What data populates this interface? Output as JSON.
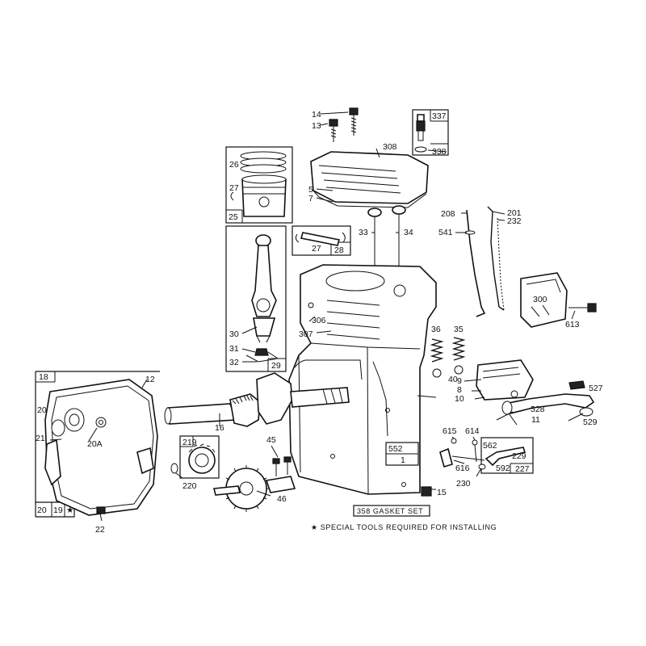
{
  "labels": {
    "l14": "14",
    "l13": "13",
    "l337": "337",
    "l338": "338",
    "l308": "308",
    "l5": "5",
    "l7": "7",
    "l26": "26",
    "l27a": "27",
    "l25": "25",
    "l27b": "27",
    "l28": "28",
    "l33": "33",
    "l34": "34",
    "l208": "208",
    "l201": "201",
    "l232": "232",
    "l541": "541",
    "l300": "300",
    "l613": "613",
    "l306": "306",
    "l307": "307",
    "l36": "36",
    "l35": "35",
    "l40": "40",
    "l30": "30",
    "l31": "31",
    "l32": "32",
    "l29": "29",
    "l9": "9",
    "l8": "8",
    "l10": "10",
    "l527": "527",
    "l528": "528",
    "l11": "11",
    "l529": "529",
    "l18": "18",
    "l12": "12",
    "l20a": "20",
    "l20A": "20A",
    "l21": "21",
    "l16": "16",
    "l219": "219",
    "l45": "45",
    "l220": "220",
    "l46": "46",
    "l552": "552",
    "l1": "1",
    "l615": "615",
    "l614": "614",
    "l562": "562",
    "l229": "229",
    "l592": "592",
    "l227": "227",
    "l616": "616",
    "l230": "230",
    "l15": "15",
    "l20b": "20",
    "l19": "19",
    "l22": "22",
    "l358": "358 GASKET SET"
  },
  "star_symbol": "★",
  "note": "★ SPECIAL TOOLS REQUIRED FOR INSTALLING"
}
